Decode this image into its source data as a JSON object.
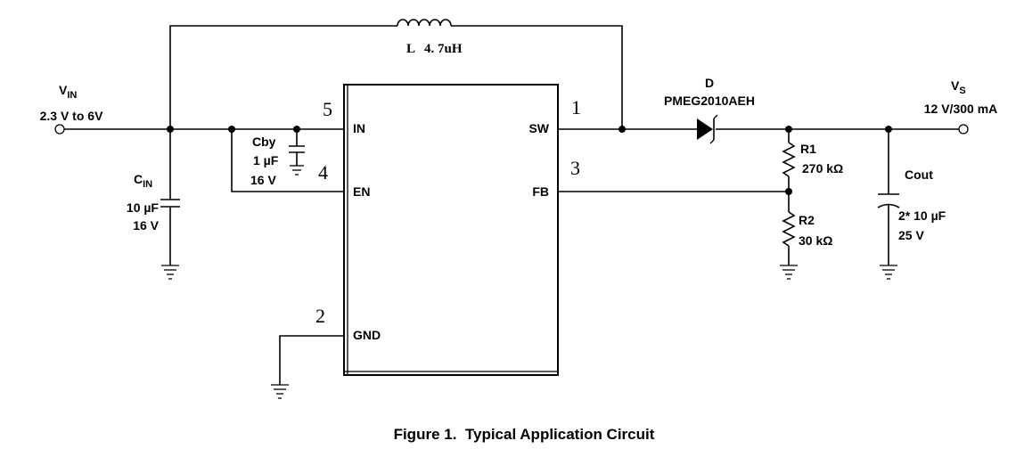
{
  "inductor": {
    "letter": "L",
    "value": "4. 7uH"
  },
  "diode": {
    "ref": "D",
    "part": "PMEG2010AEH"
  },
  "vin": {
    "symbol": "V",
    "subscript": "IN",
    "range": "2.3 V to 6V"
  },
  "vs": {
    "symbol": "V",
    "subscript": "S",
    "rating": "12 V/300 mA"
  },
  "cin": {
    "symbol": "C",
    "subscript": "IN",
    "value": "10 µF",
    "voltage": "16 V"
  },
  "cby": {
    "name": "Cby",
    "value": "1 µF",
    "voltage": "16 V"
  },
  "r1": {
    "name": "R1",
    "value": "270 kΩ"
  },
  "r2": {
    "name": "R2",
    "value": "30 kΩ"
  },
  "cout": {
    "name": "Cout",
    "value": "2* 10 µF",
    "voltage": "25 V"
  },
  "ic": {
    "pins": [
      {
        "number": "5",
        "name": "IN"
      },
      {
        "number": "4",
        "name": "EN"
      },
      {
        "number": "2",
        "name": "GND"
      },
      {
        "number": "1",
        "name": "SW"
      },
      {
        "number": "3",
        "name": "FB"
      }
    ]
  },
  "caption": "Figure 1.  Typical Application Circuit"
}
